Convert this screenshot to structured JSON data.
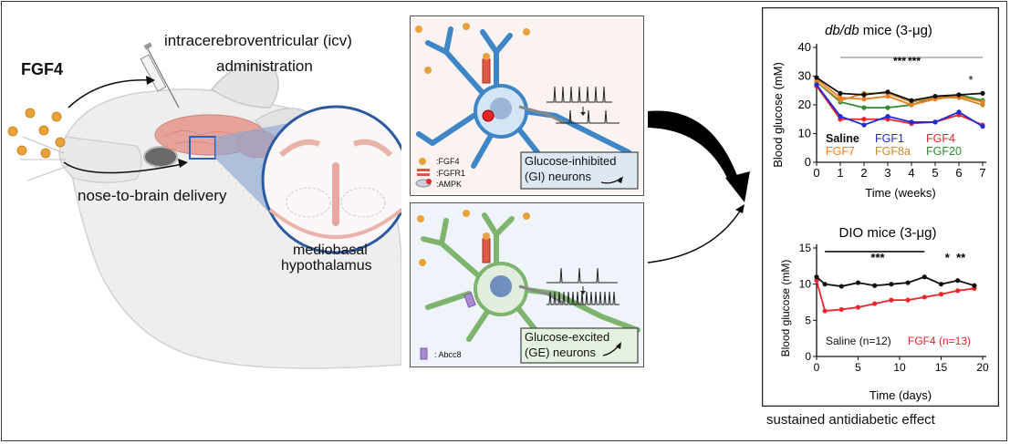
{
  "left": {
    "fgf4_label": "FGF4",
    "icv_line1": "intracerebroventricular (icv)",
    "icv_line2": "administration",
    "nose_label": "nose-to-brain delivery",
    "mbh_line1": "mediobasal",
    "mbh_line2": "hypothalamus"
  },
  "neurons": {
    "legend_fgf4": ":FGF4",
    "legend_fgfr1": ":FGFR1",
    "legend_ampk": ":AMPK",
    "legend_abcc8": ": Abcc8",
    "gi_line1": "Glucose-inhibited",
    "gi_line2": "(GI) neurons",
    "ge_line1": "Glucose-excited",
    "ge_line2": "(GE) neurons"
  },
  "caption": "sustained antidiabetic effect",
  "colors": {
    "saline": "#111111",
    "fgf1": "#1f2bd8",
    "fgf4": "#e8262a",
    "fgf7": "#f07d20",
    "fgf8a": "#c98a2c",
    "fgf20": "#2e8b2e",
    "gi_panel": "#fbf3f1",
    "ge_panel": "#eef4f9",
    "neuron_gi": "#3f86c6",
    "neuron_ge": "#7fb46e"
  },
  "chart_data": [
    {
      "type": "line",
      "title_italic": "db/db",
      "title_rest": " mice (3-μg)",
      "xlabel": "Time (weeks)",
      "ylabel": "Blood glucose (mM)",
      "xlim": [
        0,
        7
      ],
      "ylim": [
        0,
        40
      ],
      "x_ticks": [
        0,
        1,
        2,
        3,
        4,
        5,
        6,
        7
      ],
      "y_ticks": [
        0,
        10,
        20,
        30,
        40
      ],
      "x": [
        0,
        1,
        2,
        3,
        4,
        5,
        6,
        7
      ],
      "series": [
        {
          "name": "Saline",
          "color": "#111111",
          "values": [
            29.5,
            24,
            23.5,
            24.5,
            21.5,
            23,
            23.5,
            24
          ]
        },
        {
          "name": "FGF1",
          "color": "#1f2bd8",
          "values": [
            27,
            16,
            13,
            16,
            14,
            14,
            17.5,
            12.5
          ]
        },
        {
          "name": "FGF4",
          "color": "#e8262a",
          "values": [
            26.5,
            15,
            15,
            15,
            13.5,
            14,
            16.5,
            13
          ]
        },
        {
          "name": "FGF7",
          "color": "#f07d20",
          "values": [
            29,
            22.5,
            22,
            23,
            20,
            22,
            23,
            21
          ]
        },
        {
          "name": "FGF8a",
          "color": "#c98a2c",
          "values": [
            28,
            21.5,
            24,
            24,
            21,
            22.5,
            22.5,
            20
          ]
        },
        {
          "name": "FGF20",
          "color": "#2e8b2e",
          "values": [
            28,
            21,
            19,
            19,
            20,
            22.5,
            23.5,
            21.5
          ]
        }
      ],
      "sig_blue": "***",
      "sig_red": "***",
      "sig_single": "*",
      "legend": [
        {
          "label": "Saline",
          "color": "#111111"
        },
        {
          "label": "FGF1",
          "color": "#1f2bd8"
        },
        {
          "label": "FGF4",
          "color": "#e8262a"
        },
        {
          "label": "FGF7",
          "color": "#f07d20"
        },
        {
          "label": "FGF8a",
          "color": "#c98a2c"
        },
        {
          "label": "FGF20",
          "color": "#2e8b2e"
        }
      ]
    },
    {
      "type": "line",
      "title": "DIO mice (3-μg)",
      "xlabel": "Time (days)",
      "ylabel": "Blood glucose (mM)",
      "xlim": [
        0,
        20
      ],
      "ylim": [
        0,
        15
      ],
      "x_ticks": [
        0,
        5,
        10,
        15,
        20
      ],
      "y_ticks": [
        0,
        5,
        10,
        15
      ],
      "series": [
        {
          "name": "Saline (n=12)",
          "color": "#111111",
          "x": [
            0,
            1,
            3,
            5,
            7,
            9,
            11,
            13,
            15,
            17,
            19
          ],
          "values": [
            11,
            10,
            9.7,
            10.2,
            9.8,
            10,
            10.2,
            11,
            10,
            10.5,
            9.8
          ]
        },
        {
          "name": "FGF4 (n=13)",
          "color": "#e8262a",
          "x": [
            0,
            1,
            3,
            5,
            7,
            9,
            11,
            13,
            15,
            17,
            19
          ],
          "values": [
            10.5,
            6.3,
            6.5,
            6.8,
            7.3,
            7.8,
            7.8,
            8.2,
            8.6,
            9.1,
            9.4
          ]
        }
      ],
      "sig_left": "***",
      "sig_right": "*  **",
      "legend": [
        {
          "label": "Saline (n=12)",
          "color": "#111111"
        },
        {
          "label": "FGF4 (n=13)",
          "color": "#e8262a"
        }
      ]
    }
  ]
}
